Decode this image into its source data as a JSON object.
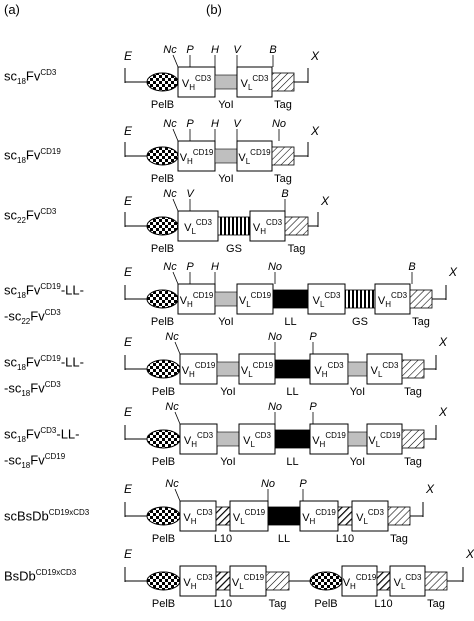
{
  "header": {
    "a": "(a)",
    "b": "(b)"
  },
  "constructs": [
    {
      "name": [
        [
          "t",
          "sc"
        ],
        [
          "sub",
          "18"
        ],
        [
          "t",
          "Fv"
        ],
        [
          "sup",
          "CD3"
        ]
      ],
      "sites": [
        "E",
        "Nc",
        "P",
        "H",
        "V",
        "B",
        "X"
      ],
      "segments": [
        "PelB",
        "V_H CD3",
        "YoI",
        "V_L CD3",
        "Tag"
      ]
    },
    {
      "name": [
        [
          "t",
          "sc"
        ],
        [
          "sub",
          "18"
        ],
        [
          "t",
          "Fv"
        ],
        [
          "sup",
          "CD19"
        ]
      ],
      "sites": [
        "E",
        "Nc",
        "P",
        "H",
        "V",
        "No",
        "X"
      ],
      "segments": [
        "PelB",
        "V_H CD19",
        "YoI",
        "V_L CD19",
        "Tag"
      ]
    },
    {
      "name": [
        [
          "t",
          "sc"
        ],
        [
          "sub",
          "22"
        ],
        [
          "t",
          "Fv"
        ],
        [
          "sup",
          "CD3"
        ]
      ],
      "sites": [
        "E",
        "Nc",
        "V",
        "B",
        "X"
      ],
      "segments": [
        "PelB",
        "V_L CD3",
        "GS",
        "V_H CD3",
        "Tag"
      ]
    },
    {
      "name": [
        [
          "t",
          "sc"
        ],
        [
          "sub",
          "18"
        ],
        [
          "t",
          "Fv"
        ],
        [
          "sup",
          "CD19"
        ],
        [
          "t",
          "-LL-"
        ],
        [
          "br",
          ""
        ],
        [
          "t",
          "-sc"
        ],
        [
          "sub",
          "22"
        ],
        [
          "t",
          "Fv"
        ],
        [
          "sup",
          "CD3"
        ]
      ],
      "sites": [
        "E",
        "Nc",
        "P",
        "H",
        "No",
        "B",
        "X"
      ],
      "segments": [
        "PelB",
        "V_H CD19",
        "YoI",
        "V_L CD19",
        "LL",
        "V_L CD3",
        "GS",
        "V_H CD3",
        "Tag"
      ]
    },
    {
      "name": [
        [
          "t",
          "sc"
        ],
        [
          "sub",
          "18"
        ],
        [
          "t",
          "Fv"
        ],
        [
          "sup",
          "CD19"
        ],
        [
          "t",
          "-LL-"
        ],
        [
          "br",
          ""
        ],
        [
          "t",
          "-sc"
        ],
        [
          "sub",
          "18"
        ],
        [
          "t",
          "Fv"
        ],
        [
          "sup",
          "CD3"
        ]
      ],
      "sites": [
        "E",
        "Nc",
        "No",
        "P",
        "X"
      ],
      "segments": [
        "PelB",
        "V_H CD19",
        "YoI",
        "V_L CD19",
        "LL",
        "V_H CD3",
        "YoI",
        "V_L CD3",
        "Tag"
      ]
    },
    {
      "name": [
        [
          "t",
          "sc"
        ],
        [
          "sub",
          "18"
        ],
        [
          "t",
          "Fv"
        ],
        [
          "sup",
          "CD3"
        ],
        [
          "t",
          "-LL-"
        ],
        [
          "br",
          ""
        ],
        [
          "t",
          "-sc"
        ],
        [
          "sub",
          "18"
        ],
        [
          "t",
          "Fv"
        ],
        [
          "sup",
          "CD19"
        ]
      ],
      "sites": [
        "E",
        "Nc",
        "No",
        "P",
        "X"
      ],
      "segments": [
        "PelB",
        "V_H CD3",
        "YoI",
        "V_L CD3",
        "LL",
        "V_H CD19",
        "YoI",
        "V_L CD19",
        "Tag"
      ]
    },
    {
      "name": [
        [
          "t",
          "scBsDb"
        ],
        [
          "sup",
          "CD19xCD3"
        ]
      ],
      "sites": [
        "E",
        "Nc",
        "No",
        "P",
        "X"
      ],
      "segments": [
        "PelB",
        "V_H CD3",
        "L10",
        "V_L CD19",
        "LL",
        "V_H CD19",
        "L10",
        "V_L CD3",
        "Tag"
      ]
    },
    {
      "name": [
        [
          "t",
          "BsDb"
        ],
        [
          "sup",
          "CD19xCD3"
        ]
      ],
      "sites": [
        "E",
        "X"
      ],
      "segments": [
        "PelB",
        "V_H CD3",
        "L10",
        "V_L CD19",
        "Tag",
        "PelB",
        "V_H CD19",
        "L10",
        "V_L CD3",
        "Tag"
      ]
    }
  ]
}
